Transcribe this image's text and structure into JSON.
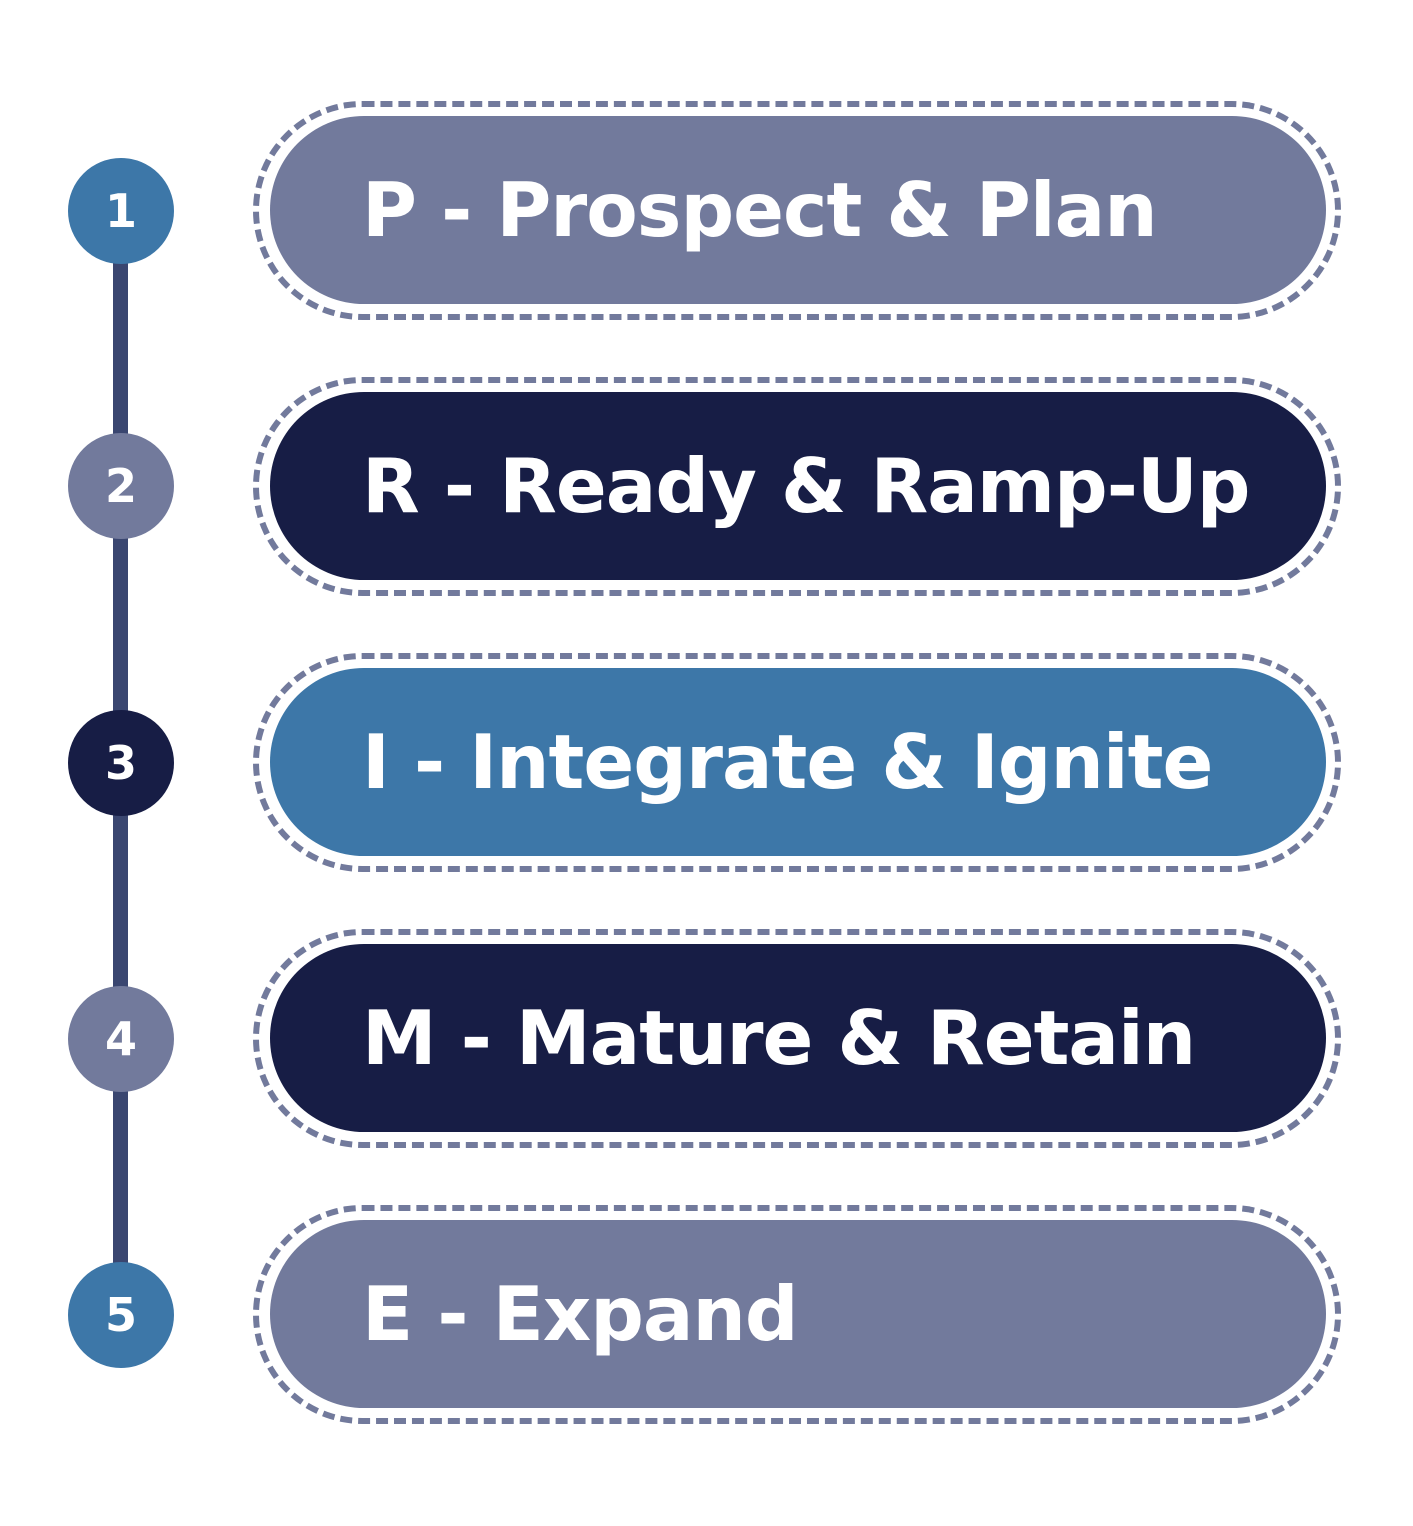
{
  "colors": {
    "connector_line": "#3a4670",
    "dashed_outline": "#727a9c",
    "label_text": "#ffffff"
  },
  "steps": [
    {
      "number": "1",
      "label": "P - Prospect & Plan",
      "circle_color": "#3d77a8",
      "pill_color": "#727a9c"
    },
    {
      "number": "2",
      "label": "R - Ready & Ramp-Up",
      "circle_color": "#727a9c",
      "pill_color": "#171d45"
    },
    {
      "number": "3",
      "label": "I - Integrate & Ignite",
      "circle_color": "#171d45",
      "pill_color": "#3d77a8"
    },
    {
      "number": "4",
      "label": "M - Mature & Retain",
      "circle_color": "#727a9c",
      "pill_color": "#171d45"
    },
    {
      "number": "5",
      "label": "E - Expand",
      "circle_color": "#3d77a8",
      "pill_color": "#727a9c"
    }
  ]
}
